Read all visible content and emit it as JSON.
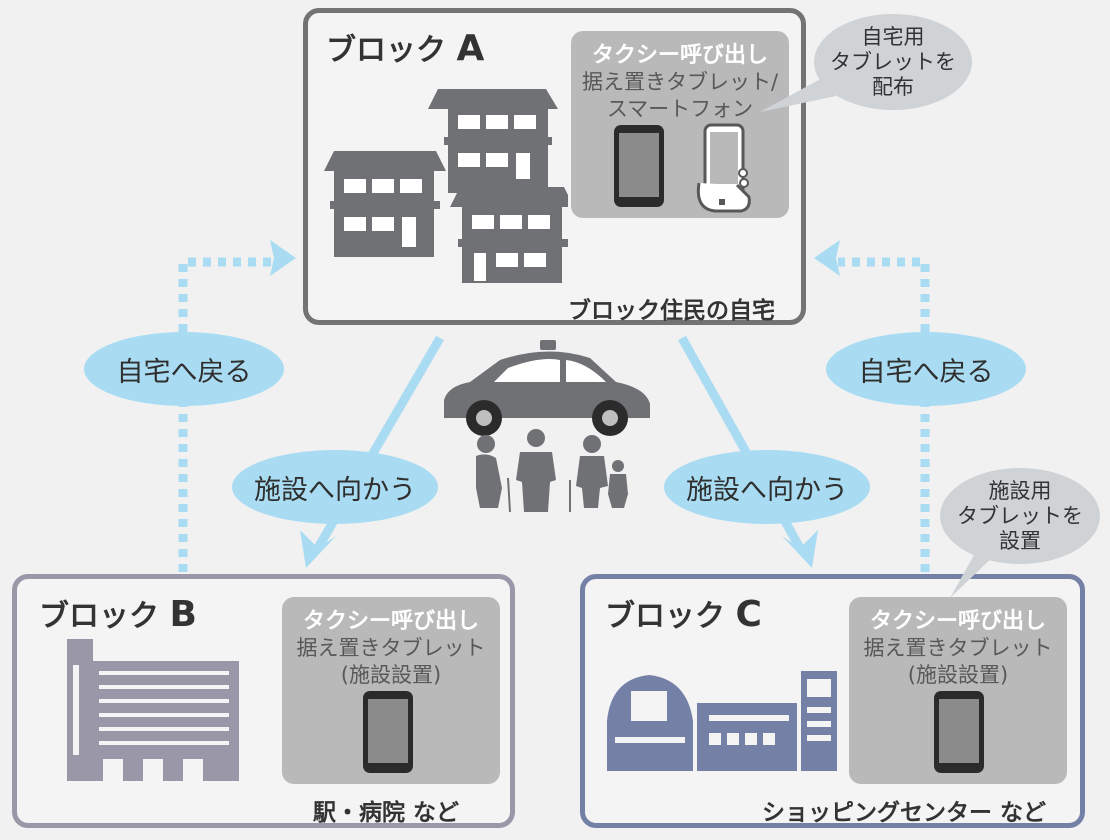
{
  "block_a": {
    "title_prefix": "ブロック",
    "title_letter": "A",
    "panel_title": "タクシー呼び出し",
    "panel_sub1": "据え置きタブレット/",
    "panel_sub2": "スマートフォン",
    "footer": "ブロック住民の自宅",
    "bubble": [
      "自宅用",
      "タブレットを",
      "配布"
    ]
  },
  "block_b": {
    "title_prefix": "ブロック",
    "title_letter": "B",
    "panel_title": "タクシー呼び出し",
    "panel_sub1": "据え置きタブレット",
    "panel_sub2": "(施設設置)",
    "footer": "駅・病院 など"
  },
  "block_c": {
    "title_prefix": "ブロック",
    "title_letter": "C",
    "panel_title": "タクシー呼び出し",
    "panel_sub1": "据え置きタブレット",
    "panel_sub2": "(施設設置)",
    "footer": "ショッピングセンター など",
    "bubble": [
      "施設用",
      "タブレットを",
      "設置"
    ]
  },
  "flows": {
    "return_left": "自宅へ戻る",
    "return_right": "自宅へ戻る",
    "go_left": "施設へ向かう",
    "go_right": "施設へ向かう"
  },
  "colors": {
    "arrow": "#a9dcf2",
    "icon_gray": "#6f7174",
    "building_b": "#9a97a8",
    "building_c": "#7580a6"
  }
}
